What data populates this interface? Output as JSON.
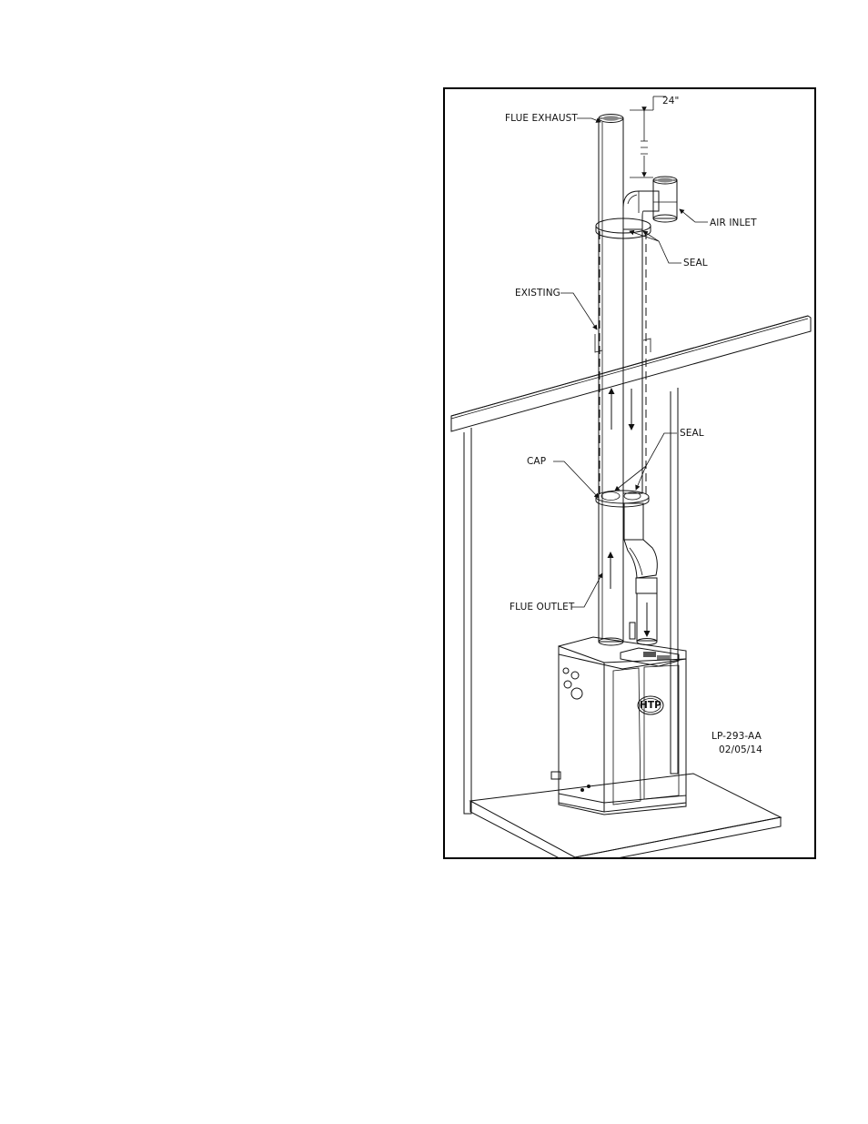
{
  "figure": {
    "labels": {
      "flue_exhaust": "FLUE EXHAUST",
      "dimension": "24\"",
      "air_inlet": "AIR INLET",
      "seal_top": "SEAL",
      "existing": "EXISTING",
      "seal_mid": "SEAL",
      "cap": "CAP",
      "flue_outlet": "FLUE OUTLET",
      "drawing_number": "LP-293-AA",
      "drawing_date": "02/05/14",
      "logo_text": "HTP"
    },
    "colors": {
      "line": "#111111",
      "pipe_fill": "#f4f4f4",
      "appliance_fill": "#efefef",
      "background": "#ffffff"
    },
    "icons": [
      "arrow-up-icon",
      "arrow-down-icon",
      "htp-logo-icon"
    ]
  }
}
